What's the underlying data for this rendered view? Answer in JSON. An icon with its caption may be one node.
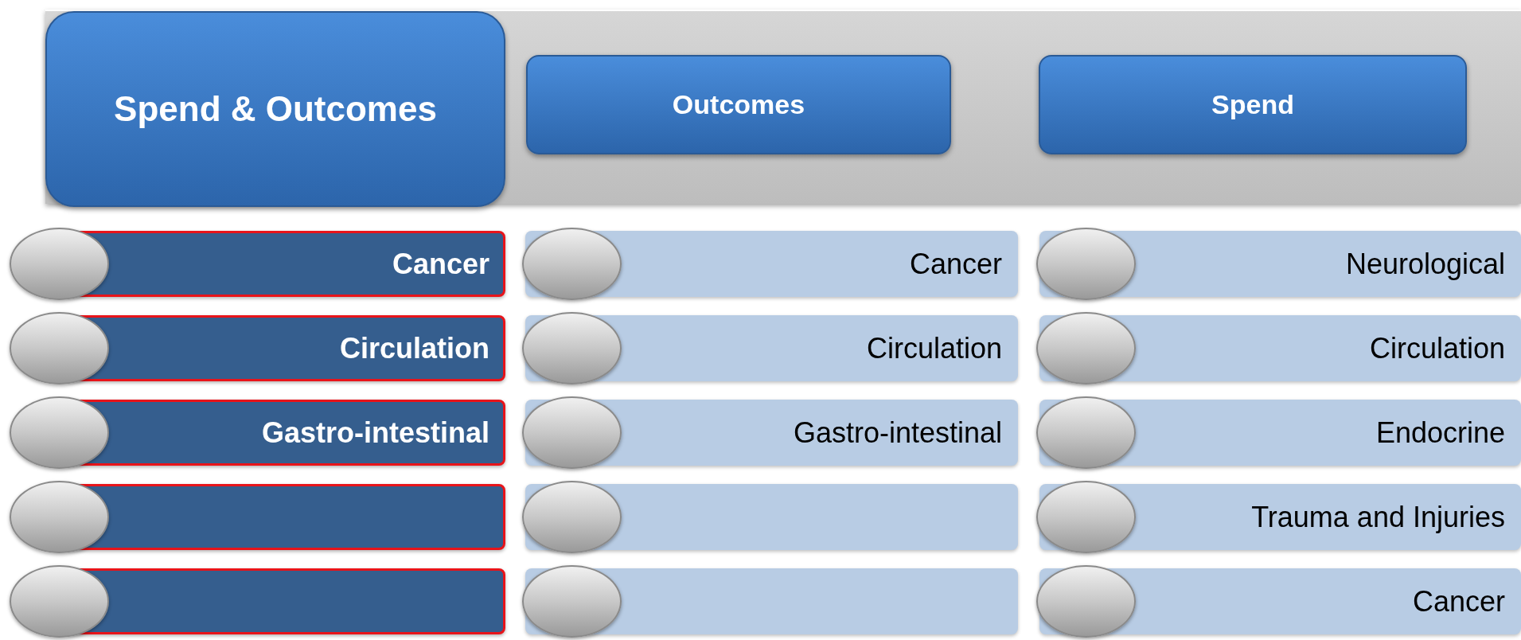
{
  "diagram": {
    "nodes": [
      {
        "text": [],
        "shape": "band"
      },
      {
        "text": [
          "Spend & Outcomes"
        ],
        "in": 0
      },
      {
        "text": [
          "Outcomes"
        ],
        "in": 0
      },
      {
        "text": [
          "Spend"
        ],
        "in": 0
      },
      {
        "text": [
          "Cancer"
        ]
      },
      {
        "text": [
          "Circulation"
        ]
      },
      {
        "text": [
          "Gastro-intestinal"
        ]
      },
      {
        "text": [],
        "shape": "bar"
      },
      {
        "text": [],
        "shape": "bar"
      },
      {
        "text": [
          "Cancer"
        ]
      },
      {
        "text": [
          "Circulation"
        ]
      },
      {
        "text": [
          "Gastro-intestinal"
        ]
      },
      {
        "text": [],
        "shape": "bar"
      },
      {
        "text": [],
        "shape": "bar"
      },
      {
        "text": [
          "Neurological"
        ]
      },
      {
        "text": [
          "Circulation"
        ]
      },
      {
        "text": [
          "Endocrine"
        ]
      },
      {
        "text": [
          "Trauma and Injuries"
        ]
      },
      {
        "text": [
          "Cancer"
        ]
      }
    ]
  }
}
